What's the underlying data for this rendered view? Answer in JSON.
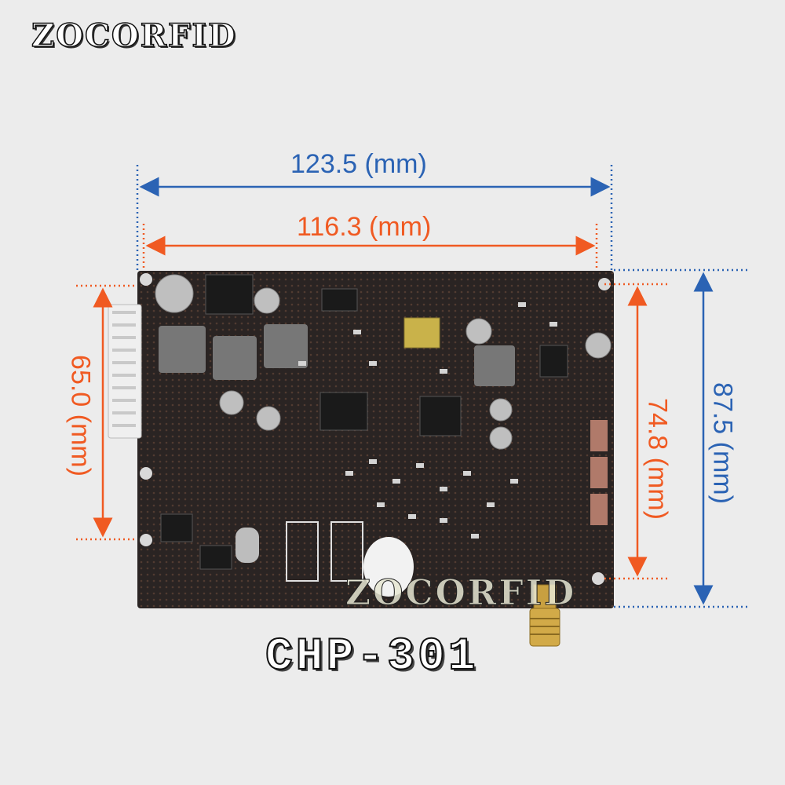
{
  "brand": {
    "name": "ZOCORFID",
    "watermark": "ZOCORFID"
  },
  "product": {
    "model": "CHP-301"
  },
  "dimensions": {
    "overall_width": "123.5 (mm)",
    "board_width": "116.3 (mm)",
    "left_height": "65.0 (mm)",
    "right_inner_height": "74.8 (mm)",
    "overall_height": "87.5 (mm)"
  },
  "colors": {
    "blue": "#2b63b4",
    "orange": "#f05a22",
    "board": "#2a2423",
    "background": "#ececec"
  }
}
